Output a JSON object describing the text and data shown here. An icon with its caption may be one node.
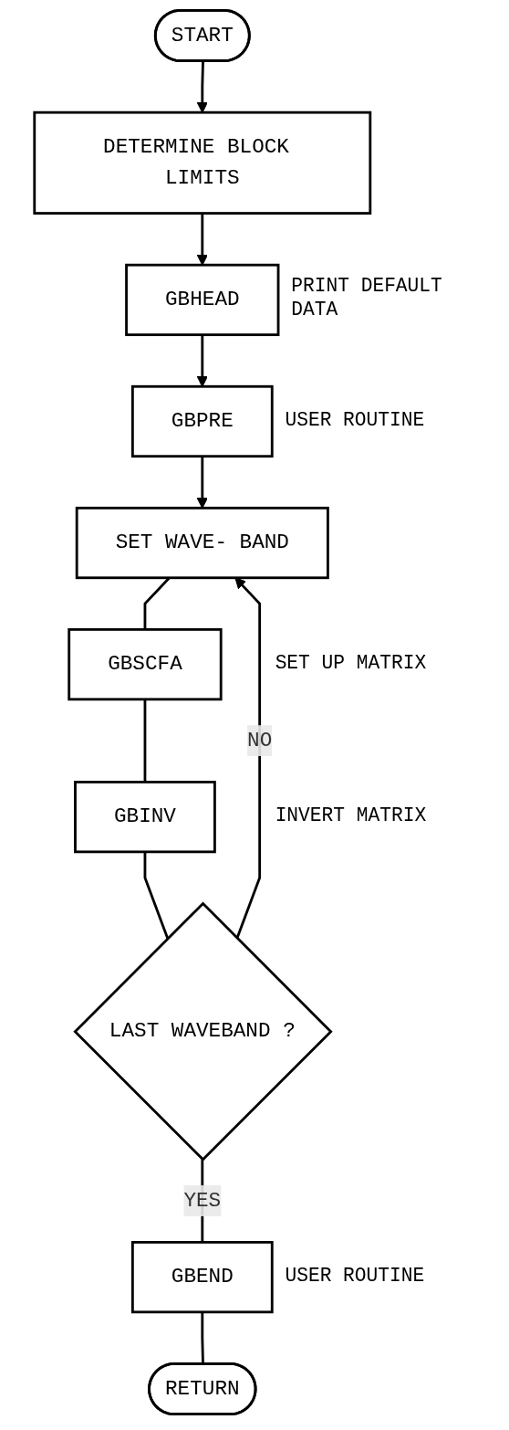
{
  "diagram": {
    "nodes": [
      {
        "text": [
          "START"
        ]
      },
      {
        "text": [
          "DETERMINE BLOCK LIMITS"
        ]
      },
      {
        "text": [
          "GBHEAD"
        ],
        "beside": [
          "PRINT DEFAULT DATA"
        ]
      },
      {
        "text": [
          "GBPRE"
        ],
        "beside": [
          "USER ROUTINE"
        ]
      },
      {
        "text": [
          "SET WAVE- BAND"
        ]
      },
      {
        "text": [
          "GBSCFA"
        ],
        "beside": [
          "SET UP MATRIX"
        ]
      },
      {
        "text": [
          "GBINV"
        ],
        "beside": [
          "INVERT MATRIX"
        ]
      },
      {
        "text": [
          "LAST WAVEBAND ?"
        ]
      },
      {
        "text": [
          "GBEND"
        ],
        "beside": [
          "USER ROUTINE"
        ]
      },
      {
        "text": [
          "RETURN"
        ]
      }
    ],
    "edges": [
      {
        "from": 0,
        "to": 1,
        "arrow": "to"
      },
      {
        "from": 1,
        "to": 2,
        "arrow": "to"
      },
      {
        "from": 2,
        "to": 3,
        "arrow": "to"
      },
      {
        "from": 3,
        "to": 4,
        "arrow": "to"
      },
      {
        "from": 4,
        "to": 5,
        "arrow": "none"
      },
      {
        "from": 5,
        "to": 6,
        "arrow": "none"
      },
      {
        "from": 6,
        "to": 7,
        "arrow": "none"
      },
      {
        "from": 7,
        "to": 4,
        "label": "NO",
        "arrow": "to"
      },
      {
        "from": 7,
        "to": 8,
        "label": "YES",
        "arrow": "none"
      },
      {
        "from": 8,
        "to": 9,
        "arrow": "none"
      }
    ]
  }
}
